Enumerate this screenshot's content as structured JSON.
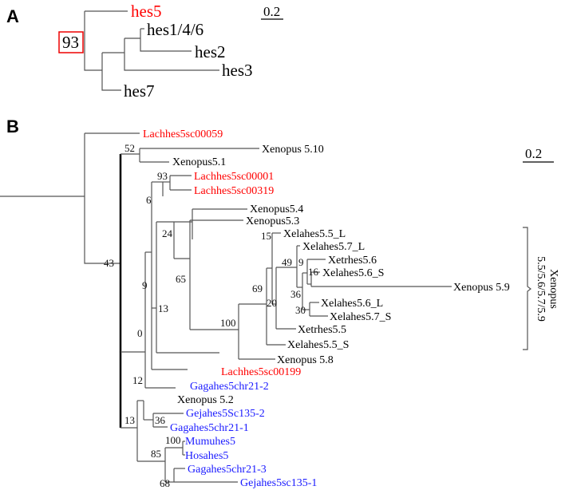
{
  "colors": {
    "highlight": "#ff0000",
    "outgroup": "#1a1aff",
    "default": "#000000"
  },
  "panel_a": {
    "label": "A",
    "scale_label": "0.2",
    "boxed_support": "93",
    "leaves": {
      "hes5": "hes5",
      "hes146": "hes1/4/6",
      "hes2": "hes2",
      "hes3": "hes3",
      "hes7": "hes7"
    }
  },
  "panel_b": {
    "label": "B",
    "scale_label": "0.2",
    "bracket_label_line1": "Xenopus",
    "bracket_label_line2": "5.5/5.6/5.7/5.9",
    "leaves": {
      "lach00059": "Lachhes5sc00059",
      "xen510": "Xenopus 5.10",
      "xen51": "Xenopus5.1",
      "lach00001": "Lachhes5sc00001",
      "lach00319": "Lachhes5sc00319",
      "xen54": "Xenopus5.4",
      "xen53": "Xenopus5.3",
      "xela55L": "Xelahes5.5_L",
      "xela57L": "Xelahes5.7_L",
      "xetr56": "Xetrhes5.6",
      "xela56S": "Xelahes5.6_S",
      "xen59": "Xenopus 5.9",
      "xela56L": "Xelahes5.6_L",
      "xela57S": "Xelahes5.7_S",
      "xetr55": "Xetrhes5.5",
      "xela55S": "Xelahes5.5_S",
      "xen58": "Xenopus 5.8",
      "lach00199": "Lachhes5sc00199",
      "gaga212": "Gagahes5chr21-2",
      "xen52": "Xenopus 5.2",
      "geja1352": "Gejahes5Sc135-2",
      "gaga211": "Gagahes5chr21-1",
      "mumu": "Mumuhes5",
      "hosa": "Hosahes5",
      "gaga213": "Gagahes5chr21-3",
      "geja1351": "Gejahes5sc135-1"
    },
    "supports": {
      "s52": "52",
      "s93": "93",
      "s6": "6",
      "s24": "24",
      "s65": "65",
      "s43": "43",
      "s9": "9",
      "s13a": "13",
      "s15": "15",
      "s49": "49",
      "s9b": "9",
      "s16": "16",
      "s36a": "36",
      "s69": "69",
      "s20": "20",
      "s30": "30",
      "s100a": "100",
      "s0": "0",
      "s12": "12",
      "s13b": "13",
      "s36b": "36",
      "s100b": "100",
      "s85": "85",
      "s68": "68"
    }
  }
}
